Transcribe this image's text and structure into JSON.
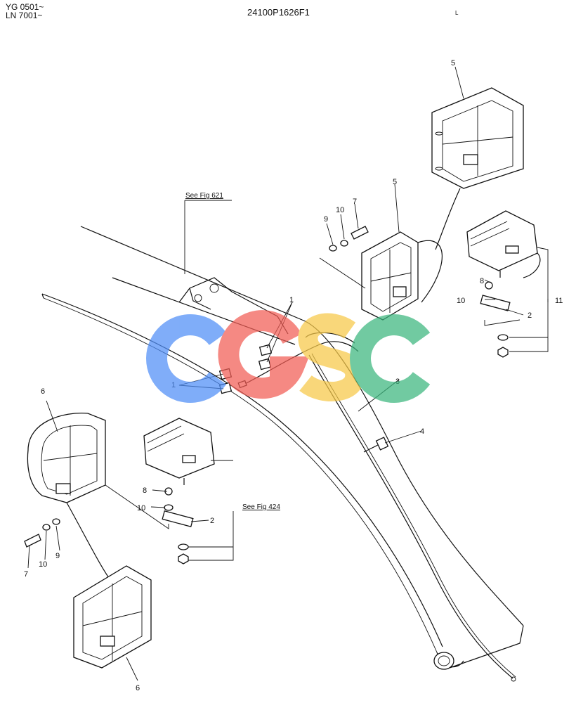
{
  "header": {
    "serial_line_1": "YG 0501~",
    "serial_line_2": "LN 7001~",
    "drawing_number": "24100P1626F1",
    "corner_mark": "L"
  },
  "references": {
    "fig_621": "See Fig 621",
    "fig_424": "See Fig 424"
  },
  "watermark": {
    "letters": [
      "C",
      "G",
      "S",
      "C"
    ],
    "colors": [
      "#4f8ef7",
      "#f25c54",
      "#f7c948",
      "#3bb77e"
    ]
  },
  "callouts": {
    "n1": "1",
    "n2": "2",
    "n3": "3",
    "n4": "4",
    "n5": "5",
    "n6": "6",
    "n7": "7",
    "n8": "8",
    "n9": "9",
    "n10": "10",
    "n11": "11"
  }
}
